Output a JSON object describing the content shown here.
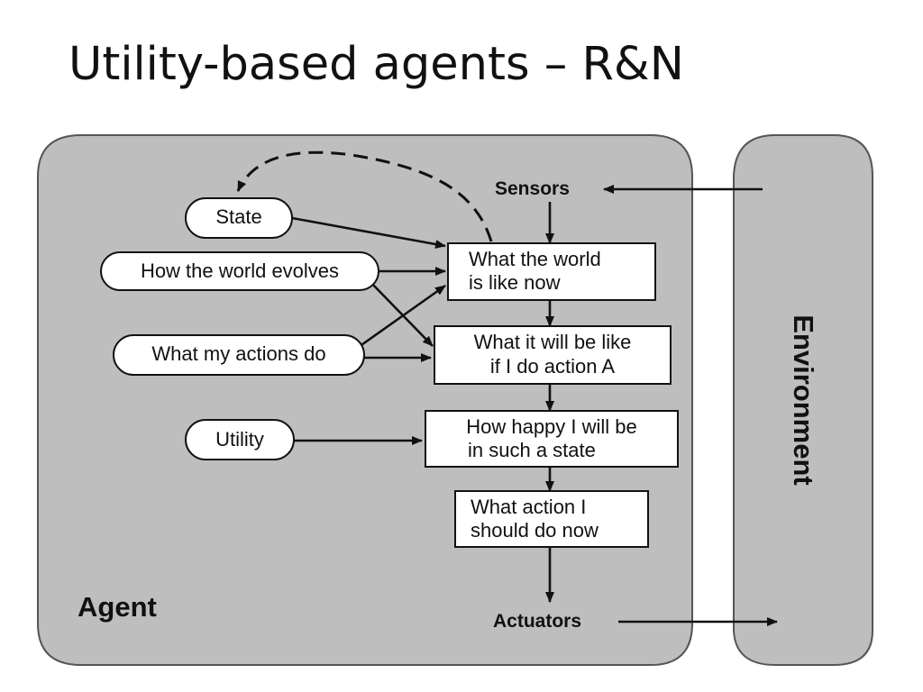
{
  "title": "Utility-based agents – R&N",
  "diagram": {
    "agent_label": "Agent",
    "environment_label": "Environment",
    "sensors": "Sensors",
    "actuators": "Actuators",
    "ovals": {
      "state": "State",
      "evolves": "How the world evolves",
      "actions": "What my actions do",
      "utility": "Utility"
    },
    "boxes": {
      "world_now": [
        "What the world",
        "is like now"
      ],
      "will_be": [
        "What it will be like",
        "if I do action A"
      ],
      "happy": [
        "How happy I will be",
        "in such a state"
      ],
      "action": [
        "What action I",
        "should do now"
      ]
    },
    "colors": {
      "panel": "#bebebe",
      "panel_border": "#555555",
      "node_fill": "#ffffff",
      "ink": "#111111"
    }
  }
}
